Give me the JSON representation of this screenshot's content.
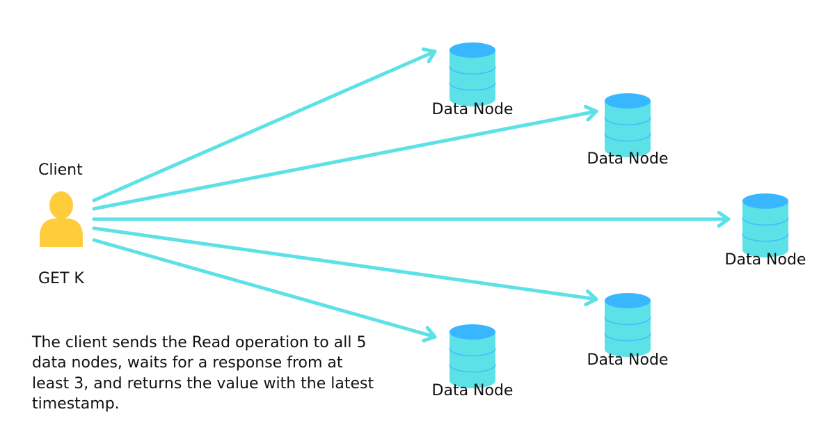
{
  "client": {
    "label": "Client",
    "operation": "GET K"
  },
  "nodes": [
    {
      "label": "Data Node"
    },
    {
      "label": "Data Node"
    },
    {
      "label": "Data Node"
    },
    {
      "label": "Data Node"
    },
    {
      "label": "Data Node"
    }
  ],
  "description": "The client sends the Read operation to all 5 data nodes, waits for a response from at least 3, and returns the value with the latest timestamp.",
  "colors": {
    "arrow": "#5ce1e6",
    "db_body": "#5ce1e6",
    "db_top": "#38b6ff",
    "db_line": "#38b6ff",
    "client_icon": "#ffcd3c"
  }
}
